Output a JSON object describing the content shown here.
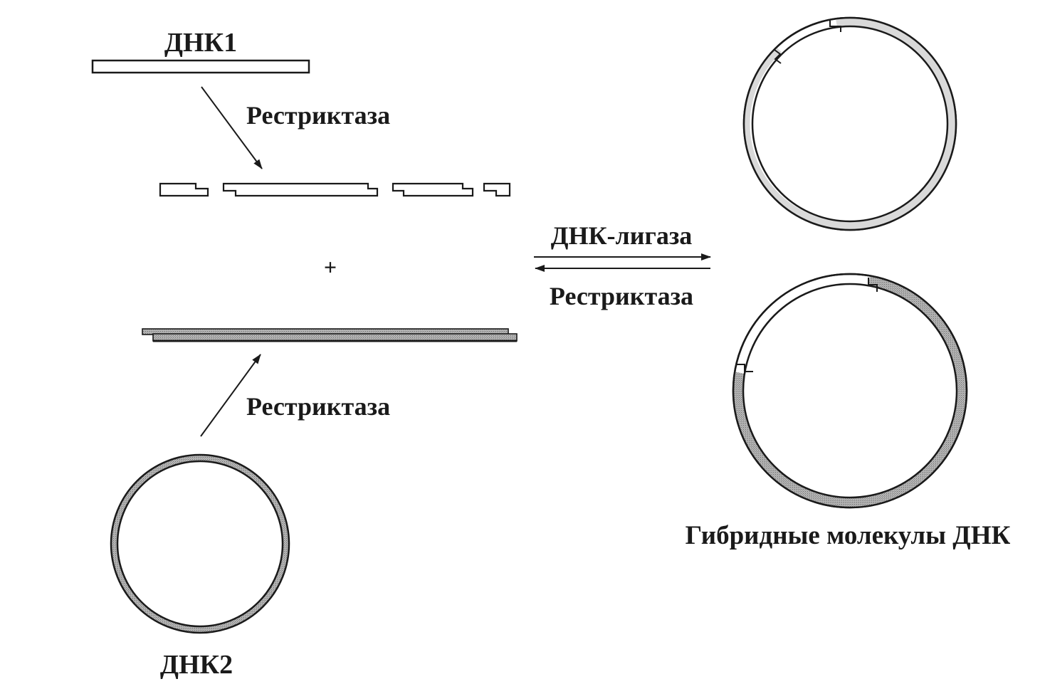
{
  "labels": {
    "dna1": "ДНК1",
    "dna2": "ДНК2",
    "restriction_top": "Рестриктаза",
    "restriction_bottom": "Рестриктаза",
    "plus": "+",
    "ligase": "ДНК-лигаза",
    "restriction_reverse": "Рестриктаза",
    "hybrid_caption": "Гибридные молекулы ДНК"
  },
  "colors": {
    "line": "#1a1a1a",
    "dna2_fill": "#a8a8a8",
    "dna2_fill_dark": "#555555",
    "background": "#ffffff"
  }
}
